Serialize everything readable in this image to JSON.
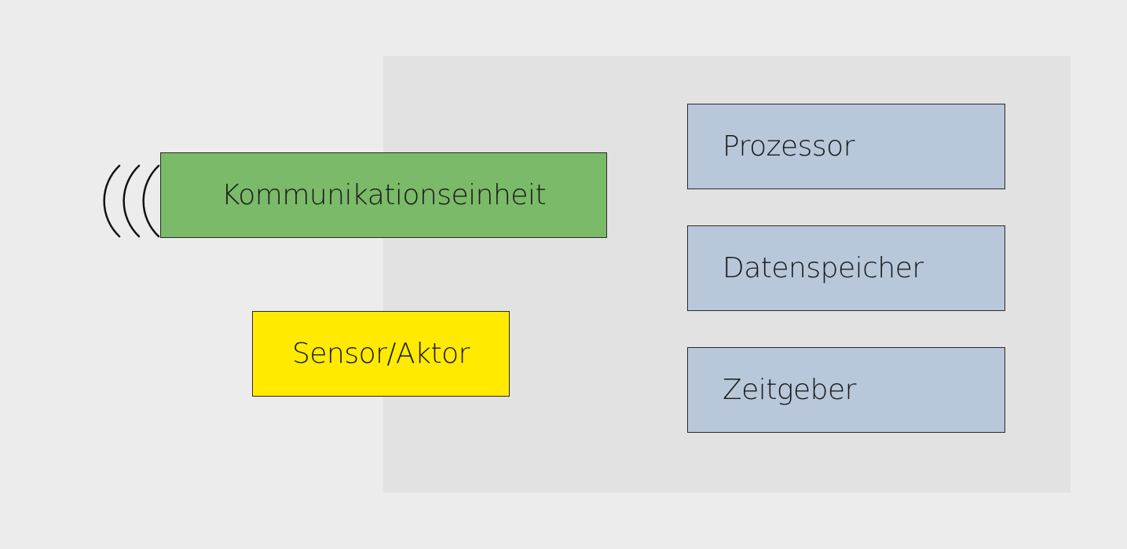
{
  "diagram": {
    "components": {
      "communication_unit": "Kommunikationseinheit",
      "sensor_actuator": "Sensor/Aktor",
      "processor": "Prozessor",
      "data_storage": "Datenspeicher",
      "timer": "Zeitgeber"
    },
    "colors": {
      "background": "#ececec",
      "node_panel": "#e2e2e2",
      "communication_unit": "#7aba68",
      "sensor_actuator": "#ffea00",
      "core_components": "#b8c7da"
    },
    "icons": {
      "radio": "radio-waves-icon"
    }
  }
}
